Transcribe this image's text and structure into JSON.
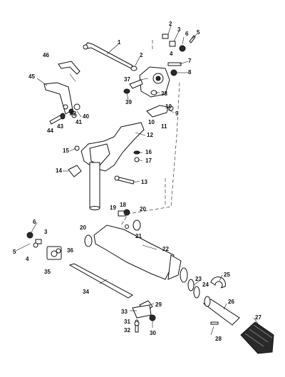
{
  "figure": {
    "callouts": [
      "1",
      "2",
      "3",
      "4",
      "5",
      "6",
      "7",
      "8",
      "9",
      "10",
      "11",
      "12",
      "13",
      "14",
      "15",
      "16",
      "17",
      "18",
      "19",
      "20",
      "21",
      "22",
      "23",
      "24",
      "25",
      "26",
      "27",
      "28",
      "29",
      "30",
      "31",
      "32",
      "33",
      "34",
      "35",
      "36",
      "37",
      "38",
      "39",
      "40",
      "41",
      "42",
      "43",
      "44",
      "45",
      "46"
    ],
    "colors": {
      "ink": "#111111",
      "background": "#ffffff",
      "grip": "#3a3a3a"
    }
  }
}
